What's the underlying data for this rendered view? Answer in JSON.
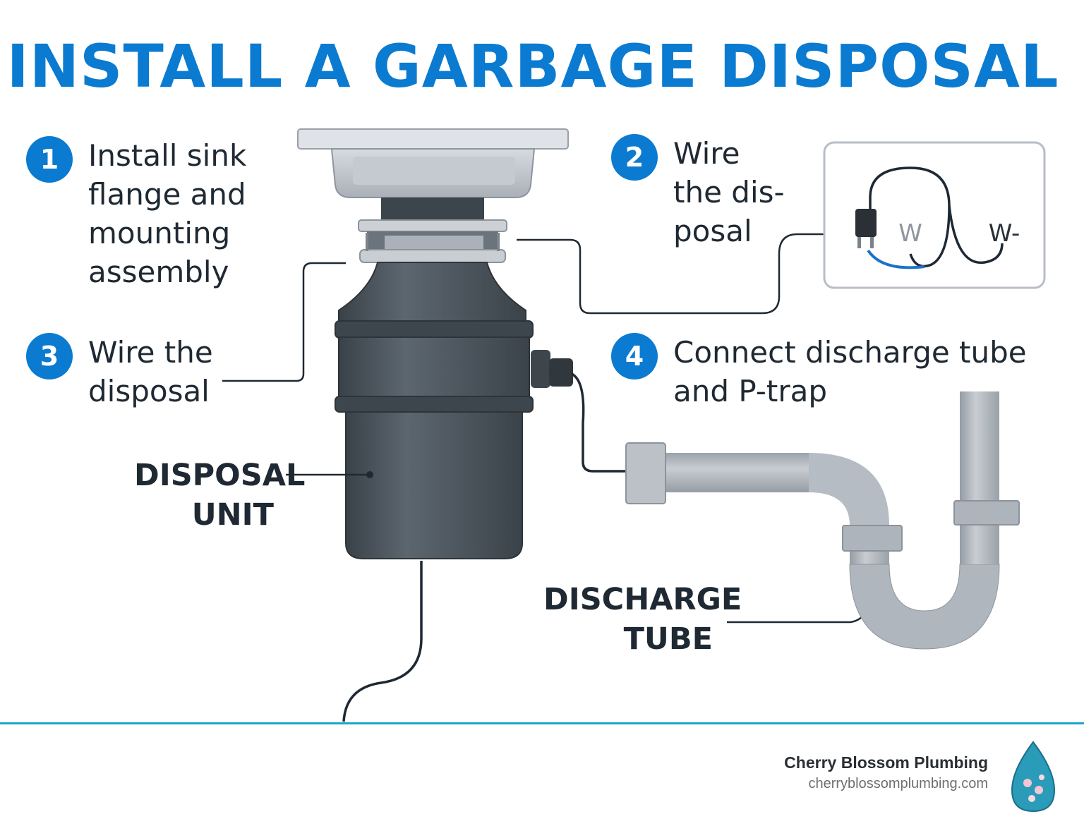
{
  "title": "INSTALL A GARBAGE DISPOSAL",
  "steps": [
    {
      "number": "1",
      "text": "Install sink\nflange and\nmounting\nassembly"
    },
    {
      "number": "2",
      "text": "Wire\nthe dis-\nposal"
    },
    {
      "number": "3",
      "text": "Wire the\ndisposal"
    },
    {
      "number": "4",
      "text": "Connect discharge tube\nand P-trap"
    }
  ],
  "labels": {
    "disposal_unit": "DISPOSAL\nUNIT",
    "discharge_tube": "DISCHARGE\nTUBE"
  },
  "wiring_inset": {
    "wire_label_1": "W",
    "wire_label_2": "W-"
  },
  "footer": {
    "company": "Cherry Blossom Plumbing",
    "url": "cherryblossomplumbing.com"
  },
  "colors": {
    "accent": "#0a7bd0",
    "footer_line": "#1aa7c9",
    "disposal_body": "#4c555d",
    "pipe": "#b3b9c0"
  }
}
